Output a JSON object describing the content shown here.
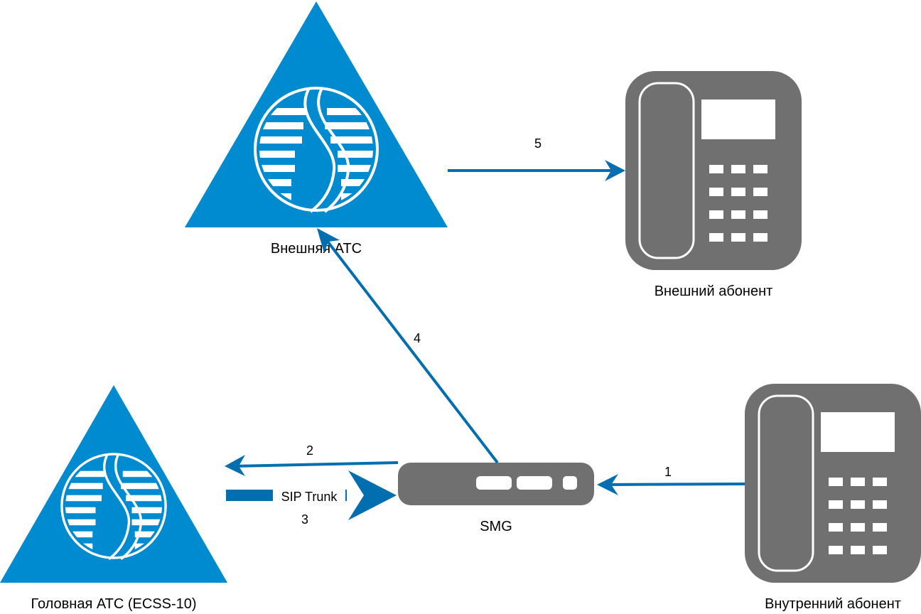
{
  "colors": {
    "exchange": "#008bd0",
    "device": "#707070",
    "arrow": "#006eaf",
    "background": "#ffffff"
  },
  "nodes": {
    "external_exchange": {
      "label": "Внешняя АТС",
      "icon": "exchange-triangle-icon"
    },
    "head_exchange": {
      "label": "Головная АТС (ECSS-10)",
      "icon": "exchange-triangle-icon"
    },
    "smg": {
      "label": "SMG",
      "icon": "gateway-device-icon"
    },
    "external_subscriber": {
      "label": "Внешний абонент",
      "icon": "desk-phone-icon"
    },
    "internal_subscriber": {
      "label": "Внутренний абонент",
      "icon": "desk-phone-icon"
    }
  },
  "edges": [
    {
      "step": "1",
      "from": "internal_subscriber",
      "to": "smg"
    },
    {
      "step": "2",
      "from": "smg",
      "to": "head_exchange"
    },
    {
      "step": "3",
      "from": "head_exchange",
      "to": "smg",
      "label": "SIP Trunk"
    },
    {
      "step": "4",
      "from": "smg",
      "to": "external_exchange"
    },
    {
      "step": "5",
      "from": "external_exchange",
      "to": "external_subscriber"
    }
  ]
}
